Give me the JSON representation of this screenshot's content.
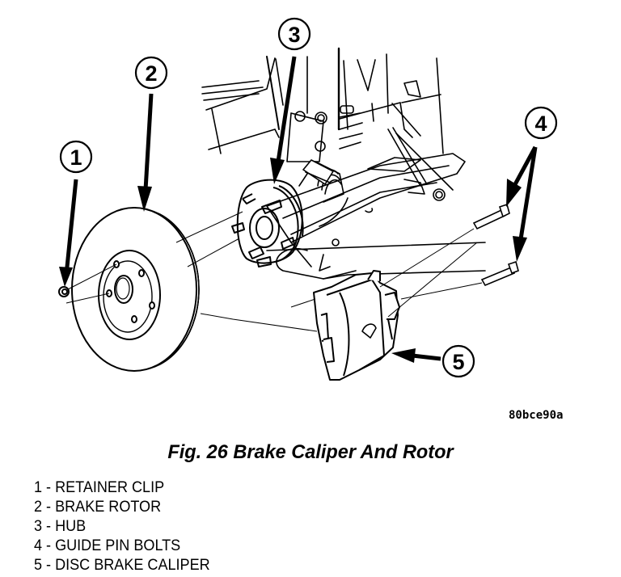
{
  "figure": {
    "code": "80bce90a",
    "caption": "Fig. 26 Brake Caliper And Rotor"
  },
  "callouts": [
    {
      "number": "1",
      "label": "RETAINER CLIP"
    },
    {
      "number": "2",
      "label": "BRAKE ROTOR"
    },
    {
      "number": "3",
      "label": "HUB"
    },
    {
      "number": "4",
      "label": "GUIDE PIN BOLTS"
    },
    {
      "number": "5",
      "label": "DISC BRAKE CALIPER"
    }
  ],
  "legend": [
    "1 - RETAINER CLIP",
    "2 - BRAKE ROTOR",
    "3 - HUB",
    "4 - GUIDE PIN BOLTS",
    "5 - DISC BRAKE CALIPER"
  ]
}
